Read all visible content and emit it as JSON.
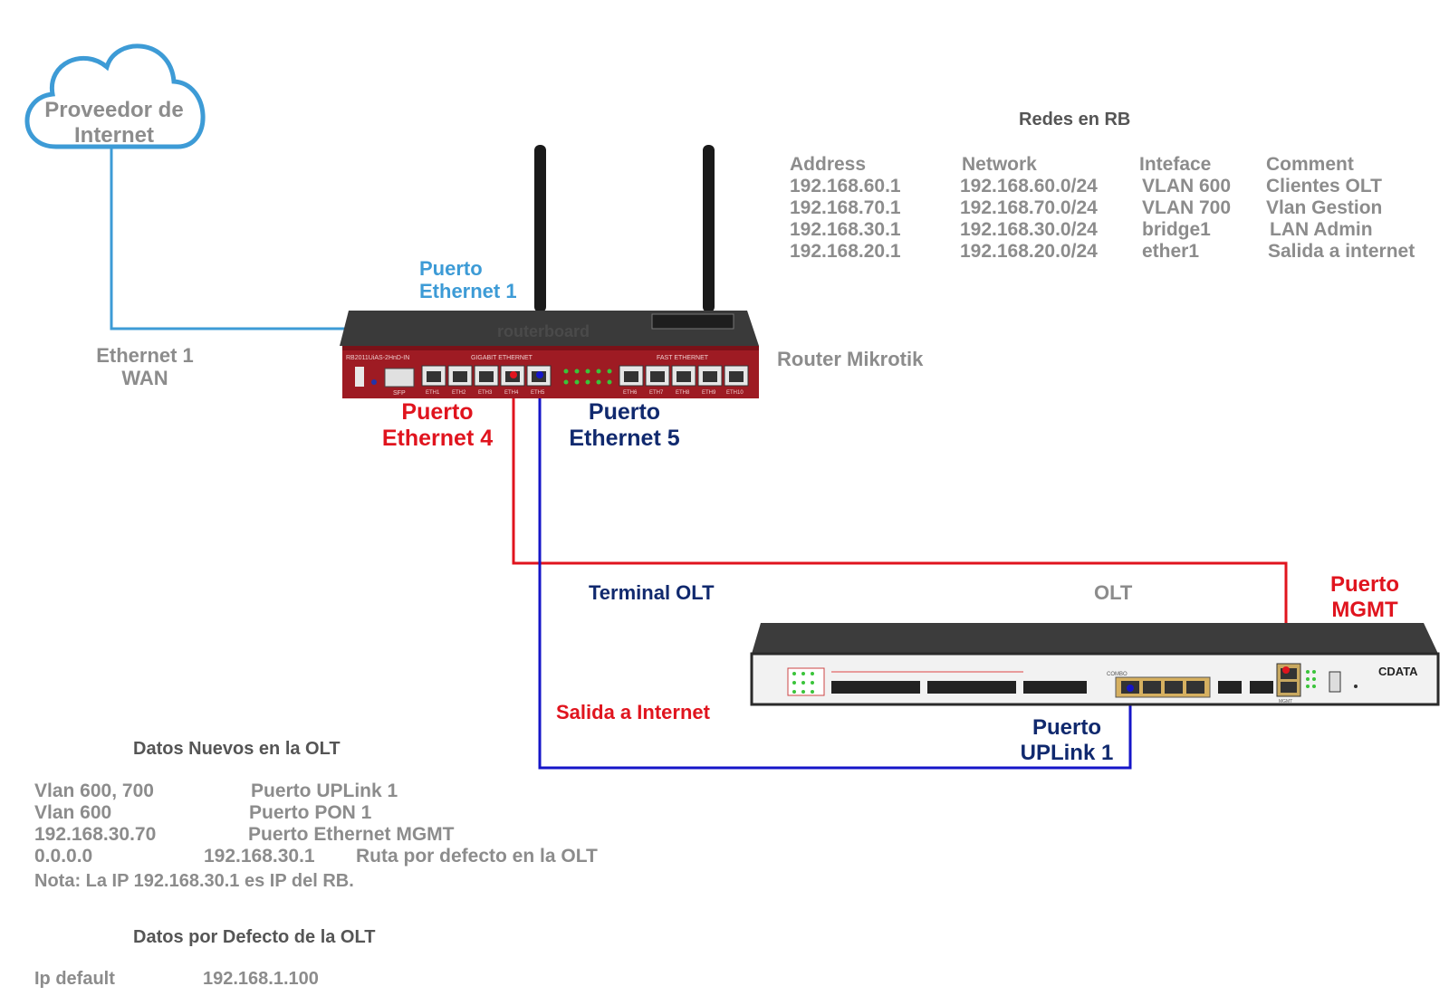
{
  "cloud": {
    "line1": "Proveedor de",
    "line2": "Internet"
  },
  "labels": {
    "eth1_wan_1": "Ethernet 1",
    "eth1_wan_2": "WAN",
    "puerto_eth1_1": "Puerto",
    "puerto_eth1_2": "Ethernet 1",
    "router": "Router Mikrotik",
    "puerto_eth4_1": "Puerto",
    "puerto_eth4_2": "Ethernet 4",
    "puerto_eth5_1": "Puerto",
    "puerto_eth5_2": "Ethernet 5",
    "terminal_olt": "Terminal OLT",
    "olt": "OLT",
    "puerto_mgmt_1": "Puerto",
    "puerto_mgmt_2": "MGMT",
    "salida_internet": "Salida a Internet",
    "puerto_uplink_1": "Puerto",
    "puerto_uplink_2": "UPLink 1"
  },
  "redes": {
    "title": "Redes en RB",
    "headers": [
      "Address",
      "Network",
      "Inteface",
      "Comment"
    ],
    "rows": [
      [
        "192.168.60.1",
        "192.168.60.0/24",
        "VLAN 600",
        "Clientes OLT"
      ],
      [
        "192.168.70.1",
        "192.168.70.0/24",
        "VLAN 700",
        "Vlan Gestion"
      ],
      [
        "192.168.30.1",
        "192.168.30.0/24",
        "bridge1",
        "LAN Admin"
      ],
      [
        "192.168.20.1",
        "192.168.20.0/24",
        "ether1",
        "Salida a internet"
      ]
    ]
  },
  "datos_nuevos": {
    "title": "Datos Nuevos en  la OLT",
    "rows": [
      [
        "Vlan 600, 700",
        "Puerto UPLink 1"
      ],
      [
        "Vlan 600",
        "Puerto PON 1"
      ],
      [
        "192.168.30.70",
        "Puerto Ethernet MGMT"
      ],
      [
        "0.0.0.0",
        "192.168.30.1",
        "Ruta  por defecto en la OLT"
      ]
    ],
    "nota": "Nota: La IP 192.168.30.1 es IP del RB."
  },
  "datos_defecto": {
    "title": "Datos por Defecto de la OLT",
    "label": "Ip default",
    "value": "192.168.1.100"
  },
  "router_marks": {
    "model": "RB2011UiAS-2HnD-IN",
    "brand": "routerboard",
    "gigabit": "GIGABIT ETHERNET",
    "fast": "FAST ETHERNET",
    "sfp": "SFP",
    "ports": [
      "ETH1",
      "ETH2",
      "ETH3",
      "ETH4",
      "ETH5",
      "ETH6",
      "ETH7",
      "ETH8",
      "ETH9",
      "ETH10"
    ]
  },
  "olt_marks": {
    "brand": "CDATA",
    "mgmt": "MGMT",
    "combo": "COMBO"
  },
  "colors": {
    "wan_line": "#3d9bd6",
    "red_line": "#e0141e",
    "blue_line": "#1515c8",
    "navy_text": "#10296e",
    "red_text": "#e0141e",
    "light_blue_text": "#3d9bd6",
    "router_red": "#9e1b23"
  }
}
